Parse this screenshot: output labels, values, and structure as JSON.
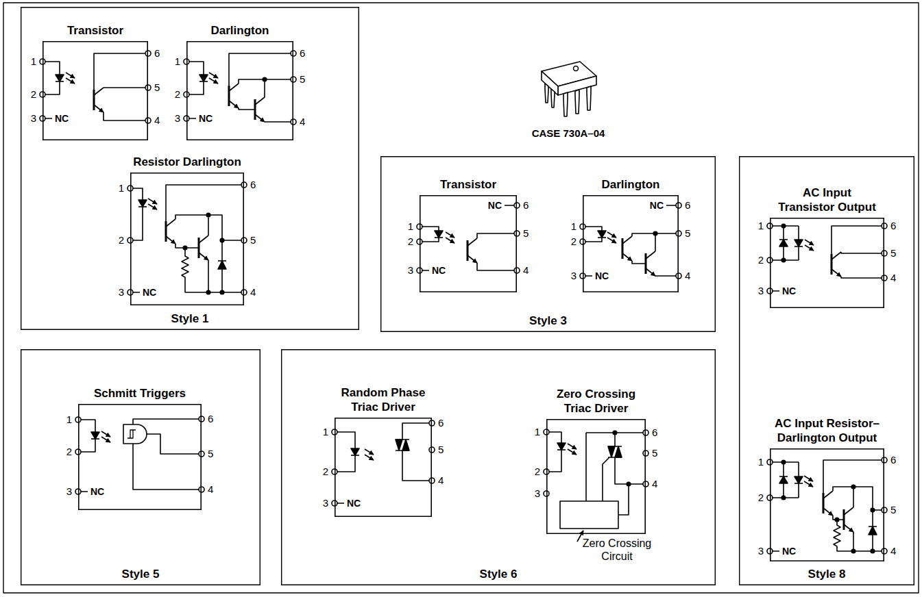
{
  "diagram": {
    "nodes": [
      {
        "text": [
          "Style 1"
        ]
      },
      {
        "text": [
          "Transistor",
          "NC"
        ],
        "in": 0
      },
      {
        "text": [
          "Darlington",
          "NC"
        ],
        "in": 0
      },
      {
        "text": [
          "Resistor Darlington",
          "NC"
        ],
        "in": 0
      },
      {
        "text": [
          "Style 3"
        ]
      },
      {
        "text": [
          "Transistor",
          "NC",
          "NC"
        ],
        "in": 4
      },
      {
        "text": [
          "Darlington",
          "NC",
          "NC"
        ],
        "in": 4
      },
      {
        "text": [
          "Style 8"
        ]
      },
      {
        "text": [
          "AC Input Transistor Output",
          "NC"
        ],
        "in": 7
      },
      {
        "text": [
          "AC Input Resistor–Darlington Output",
          "NC"
        ],
        "in": 7
      },
      {
        "text": [
          "Style 5"
        ]
      },
      {
        "text": [
          "Schmitt Triggers",
          "NC"
        ],
        "in": 10
      },
      {
        "text": [
          "Style 6"
        ]
      },
      {
        "text": [
          "Random Phase Triac Driver",
          "NC"
        ],
        "in": 12
      },
      {
        "text": [
          "Zero Crossing Triac Driver"
        ],
        "in": 12
      }
    ],
    "labels": [
      "CASE 730A–04",
      "Zero Crossing Circuit",
      "1",
      "2",
      "3",
      "6",
      "5",
      "4",
      "1",
      "2",
      "3",
      "6",
      "5",
      "4",
      "1",
      "2",
      "3",
      "6",
      "5",
      "4",
      "1",
      "2",
      "3",
      "6",
      "5",
      "4",
      "1",
      "2",
      "3",
      "6",
      "5",
      "4",
      "1",
      "2",
      "3",
      "6",
      "5",
      "4",
      "1",
      "2",
      "3",
      "6",
      "5",
      "4",
      "1",
      "2",
      "3",
      "6",
      "5",
      "4",
      "1",
      "2",
      "3",
      "6",
      "5",
      "4",
      "1",
      "2",
      "3",
      "6",
      "5",
      "4"
    ]
  }
}
